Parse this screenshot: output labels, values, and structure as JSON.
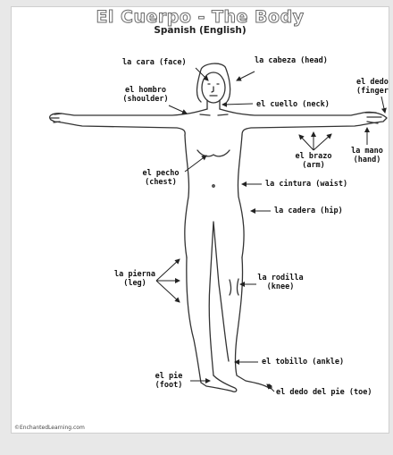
{
  "title": "El Cuerpo - The Body",
  "subtitle": "Spanish (English)",
  "footer": "©EnchantedLearning.com",
  "labels": {
    "head": "la cabeza (head)",
    "face": "la cara (face)",
    "shoulder_es": "el hombro",
    "shoulder_en": "(shoulder)",
    "neck": "el cuello (neck)",
    "finger_es": "el dedo",
    "finger_en": "(finger",
    "arm_es": "el brazo",
    "arm_en": "(arm)",
    "hand_es": "la mano",
    "hand_en": "(hand)",
    "chest_es": "el pecho",
    "chest_en": "(chest)",
    "waist": "la cintura (waist)",
    "hip": "la cadera (hip)",
    "leg_es": "la pierna",
    "leg_en": "(leg)",
    "knee_es": "la rodilla",
    "knee_en": "(knee)",
    "ankle": "el tobillo (ankle)",
    "foot_es": "el pie",
    "foot_en": "(foot)",
    "toe": "el dedo del pie (toe)"
  },
  "colors": {
    "line": "#333333",
    "title_outline": "#6a6a6a",
    "background": "#e8e8e8"
  }
}
